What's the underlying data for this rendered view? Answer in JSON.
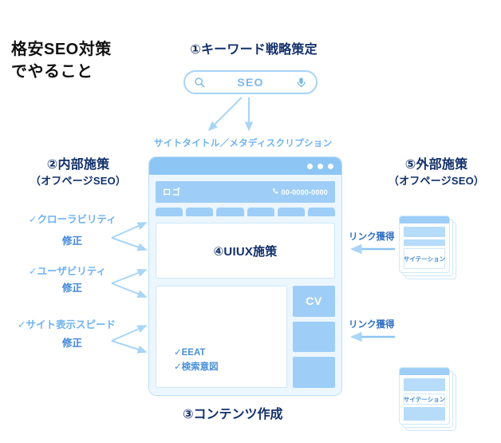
{
  "title": {
    "text": "格安SEO対策\nでやること"
  },
  "sections": {
    "keyword": {
      "heading": "①キーワード戦略策定"
    },
    "internal": {
      "heading": "②内部施策",
      "sub": "（オフページSEO）"
    },
    "content": {
      "heading": "③コンテンツ作成"
    },
    "uiux": {
      "heading": "④UIUX施策"
    },
    "external": {
      "heading": "⑤外部施策",
      "sub": "（オフページSEO）"
    }
  },
  "search": {
    "query": "SEO",
    "search_icon": "magnifier-icon",
    "mic_icon": "microphone-icon"
  },
  "meta_label": "サイトタイトル／メタディスクリプション",
  "internal_items": [
    {
      "check": "✓クローラビリティ",
      "action": "修正"
    },
    {
      "check": "✓ユーザビリティ",
      "action": "修正"
    },
    {
      "check": "✓サイト表示スピード",
      "action": "修正"
    }
  ],
  "browser": {
    "logo": "ロゴ",
    "phone": "00-0000-0000",
    "phone_icon": "phone-icon",
    "nav_count": 6,
    "hero_text": "④UIUX施策",
    "article_checks": [
      "✓EEAT",
      "✓検索意図"
    ],
    "cv_label": "CV",
    "siderail_count": 3,
    "window_dots": 3
  },
  "external_cards": [
    {
      "link_label": "リンク獲得",
      "citation": "サイテーション",
      "cite_position": "bottom"
    },
    {
      "link_label": "リンク獲得",
      "citation": "サイテーション",
      "cite_position": "middle"
    }
  ],
  "colors": {
    "accent_blue": "#9ecef7",
    "light_blue": "#b6dcfa",
    "panel_bg": "#ecf6fe",
    "border_blue": "#cfe7fb",
    "deep_navy": "#12306b",
    "arrow_blue": "#a8d5f8"
  }
}
